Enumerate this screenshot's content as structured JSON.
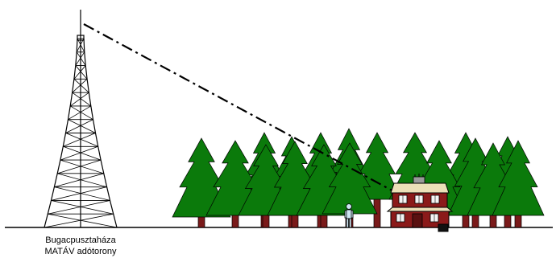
{
  "caption": {
    "line1": "Bugacpusztaháza",
    "line2": "MATÁV adótorony"
  },
  "colors": {
    "tree_foliage": "#0b7a0b",
    "tree_trunk": "#7a1a1a",
    "house_wall": "#8b1a1a",
    "house_roof": "#ece0b8",
    "ground": "#000000",
    "person": "#cde6f2",
    "sightline": "#000000"
  },
  "elements": {
    "tower": "transmission-tower",
    "sightline": "dash-dot line of sight from tower top to house",
    "forest": "row of green conifer trees",
    "house": "two-storey red house with antenna",
    "person": "standing person",
    "device": "small black box"
  }
}
